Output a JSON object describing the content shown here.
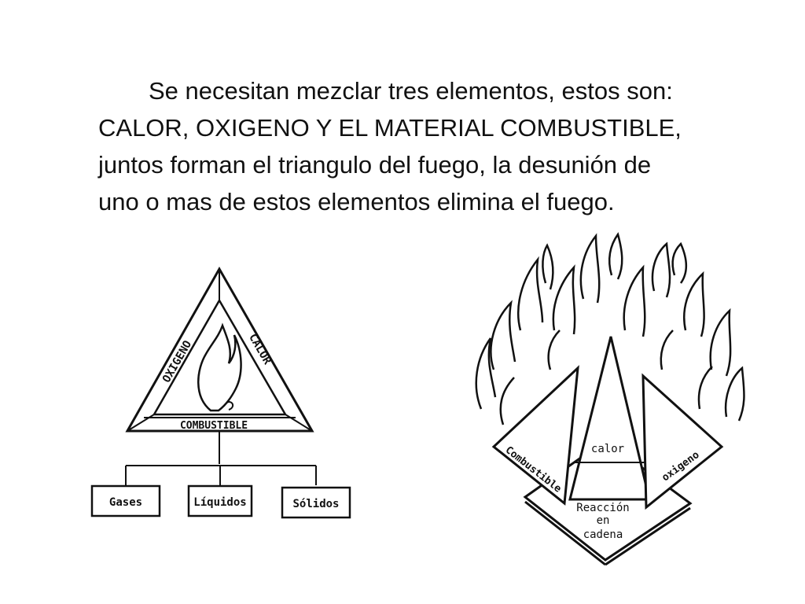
{
  "slide": {
    "line1": "Se necesitan mezclar tres elementos, estos son:",
    "line2": "CALOR, OXIGENO Y EL MATERIAL COMBUSTIBLE,",
    "line3": "juntos forman el triangulo del fuego, la desunión de",
    "line4": "uno o mas de estos elementos elimina el fuego."
  },
  "triangle": {
    "side_left": "OXIGENO",
    "side_right": "CALOR",
    "base": "COMBUSTIBLE",
    "children": [
      "Gases",
      "Líquidos",
      "Sólidos"
    ]
  },
  "tetrahedron": {
    "face_left": "Combustible",
    "face_center": "calor",
    "face_right": "oxigeno",
    "base_line1": "Reacción",
    "base_line2": "en",
    "base_line3": "cadena"
  },
  "colors": {
    "ink": "#111111",
    "background": "#ffffff"
  }
}
